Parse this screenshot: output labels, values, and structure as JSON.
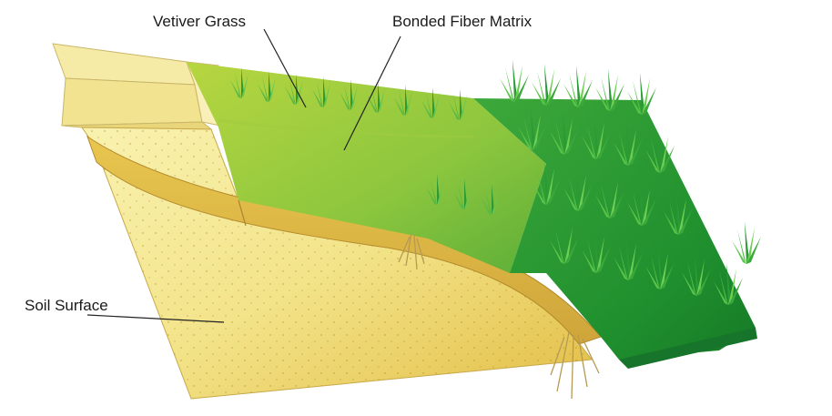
{
  "labels": {
    "vetiver_grass": "Vetiver Grass",
    "bonded_fiber_matrix": "Bonded Fiber Matrix",
    "soil_surface": "Soil Surface"
  },
  "colors": {
    "soil_light": "#f7ee9a",
    "soil_dark": "#dcb43c",
    "matrix_light": "#c9dd4a",
    "matrix_mid": "#8cc63e",
    "grass_dark": "#1f8f2e",
    "grass_light": "#7dd35a",
    "background": "#ffffff"
  }
}
